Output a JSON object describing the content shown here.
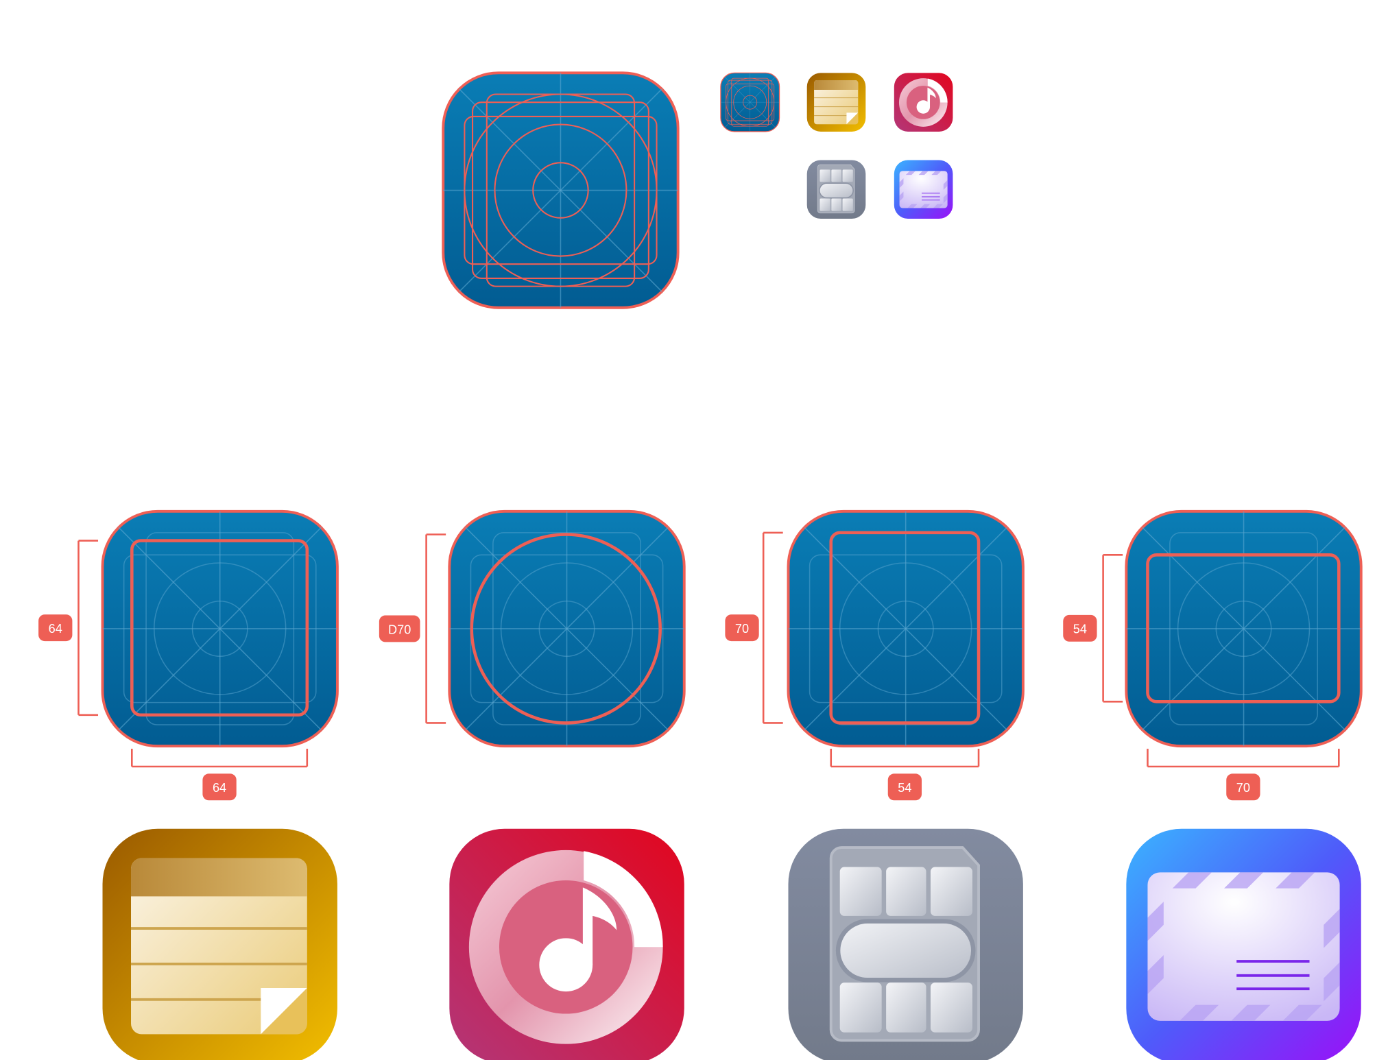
{
  "colors": {
    "accent": "#EE5F55",
    "template_top": "#0A7DB5",
    "template_bottom": "#025C92",
    "grid": "#5AA6D0"
  },
  "templates": [
    {
      "name": "square",
      "vertical_label": "64",
      "horizontal_label": "64"
    },
    {
      "name": "circle",
      "vertical_label": "D70"
    },
    {
      "name": "portrait",
      "vertical_label": "70",
      "horizontal_label": "54"
    },
    {
      "name": "landscape",
      "vertical_label": "54",
      "horizontal_label": "70"
    }
  ],
  "icons": [
    "template-grid",
    "notes",
    "music",
    "sim-card",
    "mail"
  ]
}
